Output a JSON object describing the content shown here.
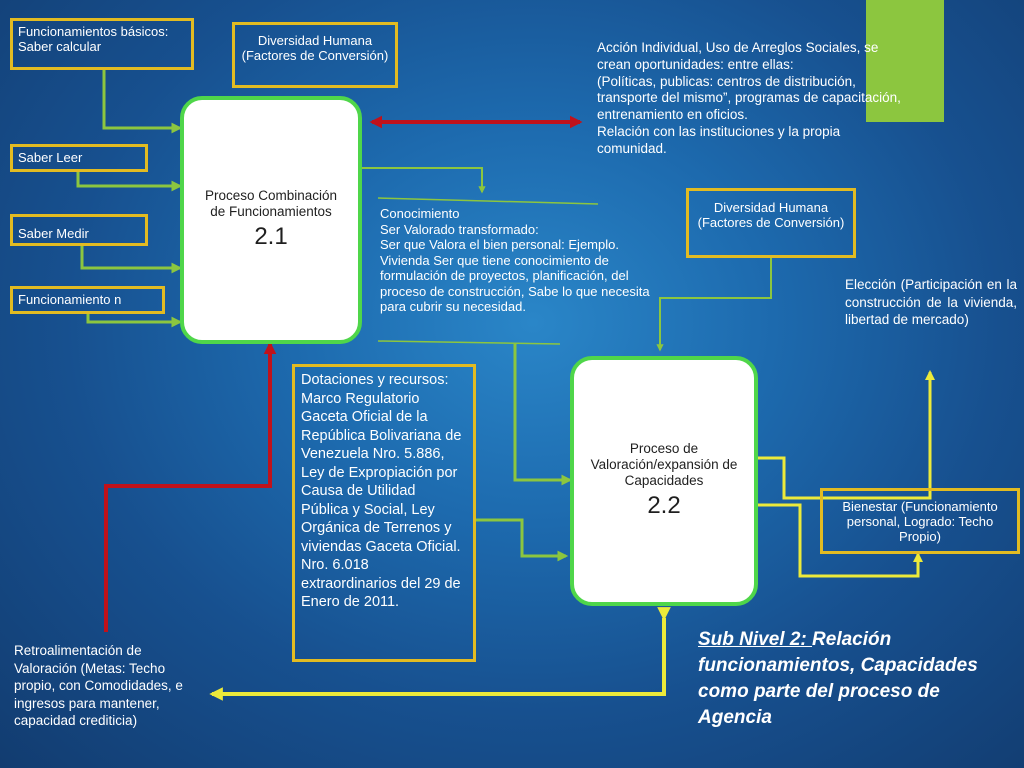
{
  "inputs": {
    "funcionamientos_basicos": "Funcionamientos básicos: Saber calcular",
    "saber_leer": "Saber Leer",
    "saber_medir": "Saber Medir",
    "funcionamiento_n": "Funcionamiento n"
  },
  "diversidad_top": "Diversidad Humana (Factores de Conversión)",
  "diversidad_right": "Diversidad Humana (Factores de Conversión)",
  "accion_individual": {
    "line1": "Acción Individual, Uso de Arreglos Sociales, se crean oportunidades: entre ellas:",
    "line2": "(Políticas, publicas: centros de distribución, transporte del mismo”,  programas de capacitación, entrenamiento en oficios.",
    "line3": "Relación con las instituciones  y la propia comunidad."
  },
  "process1": {
    "label": "Proceso Combinación de Funcionamientos",
    "number": "2.1"
  },
  "process2": {
    "label": "Proceso de Valoración/expansión de Capacidades",
    "number": "2.2"
  },
  "conocimiento": {
    "line1": "Conocimiento",
    "line2": "Ser Valorado transformado:",
    "line3": "Ser  que Valora el bien personal: Ejemplo. Vivienda Ser que tiene conocimiento de formulación de proyectos, planificación, del proceso de construcción, Sabe lo que necesita para cubrir su necesidad."
  },
  "dotaciones": "Dotaciones y recursos: Marco Regulatorio Gaceta Oficial de la República  Bolivariana de Venezuela Nro. 5.886, Ley de Expropiación por Causa de Utilidad Pública y Social, Ley Orgánica de Terrenos y viviendas Gaceta Oficial. Nro. 6.018 extraordinarios del 29 de Enero de 2011.",
  "eleccion": "Elección  (Participación en  la  construcción  de la  vivienda,  libertad  de mercado)",
  "bienestar": "Bienestar (Funcionamiento personal, Logrado: Techo Propio)",
  "retroalimentacion": "Retroalimentación de Valoración (Metas: Techo propio, con Comodidades, e ingresos para mantener, capacidad crediticia)",
  "subtitle": {
    "underlined": "Sub Nivel 2: ",
    "rest": "Relación funcionamientos, Capacidades como parte del proceso de Agencia"
  },
  "colors": {
    "background": "#1d6aae",
    "box_border": "#e2bb22",
    "process_border": "#4fd64a",
    "arrow_green": "#8cc63f",
    "arrow_red": "#c0121b",
    "arrow_yellow": "#ecea3a",
    "accent": "#8cc63f"
  }
}
